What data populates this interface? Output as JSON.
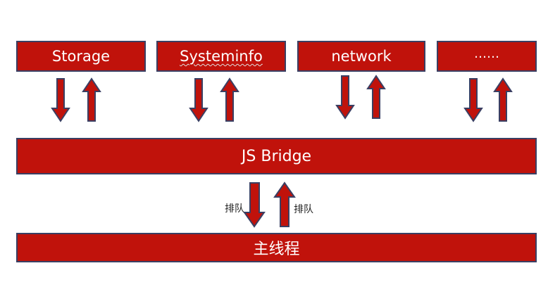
{
  "modules": [
    {
      "id": "storage",
      "label": "Storage"
    },
    {
      "id": "systeminfo",
      "label": "Systeminfo"
    },
    {
      "id": "network",
      "label": "network"
    },
    {
      "id": "more",
      "label": "……"
    }
  ],
  "bridge": {
    "label": "JS Bridge"
  },
  "main_thread": {
    "label": "主线程"
  },
  "queue": {
    "left_label": "排队",
    "right_label": "排队"
  },
  "colors": {
    "box_fill": "#c0120b",
    "box_border": "#3a3f63",
    "arrow_fill": "#c0120b",
    "arrow_stroke": "#3a3f63"
  }
}
